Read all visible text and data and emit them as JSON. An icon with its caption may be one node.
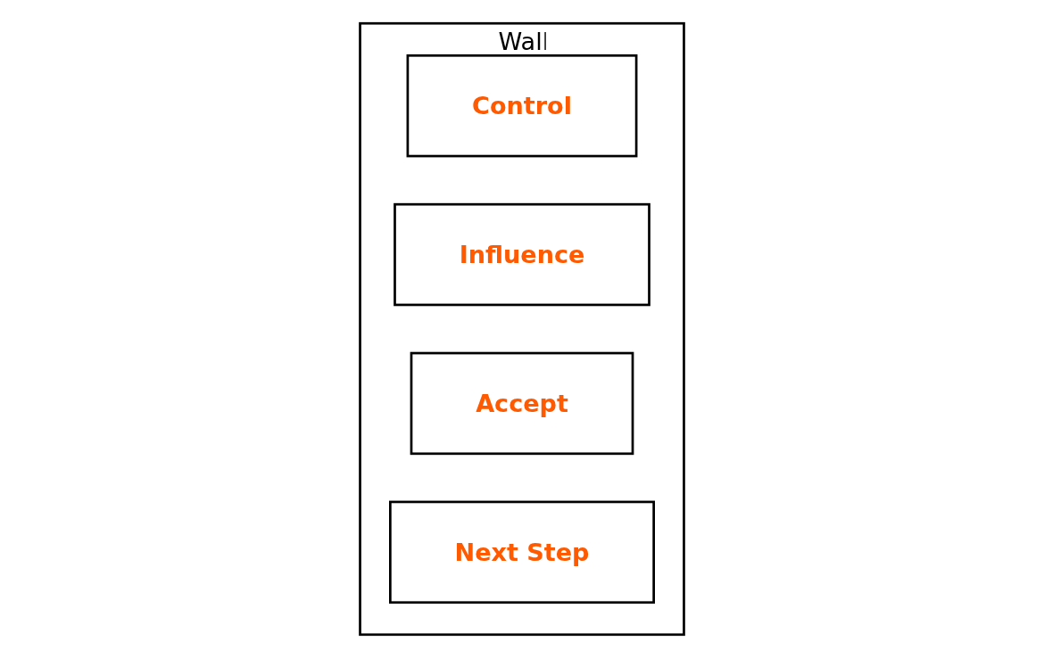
{
  "diagram": {
    "nodes": [
      {
        "text": [
          "Wall"
        ]
      },
      {
        "text": [
          "Control"
        ],
        "in": 0
      },
      {
        "text": [
          "Influence"
        ],
        "in": 0
      },
      {
        "text": [
          "Accept"
        ],
        "in": 0
      },
      {
        "text": [
          "Next Step"
        ],
        "in": 0
      }
    ]
  }
}
